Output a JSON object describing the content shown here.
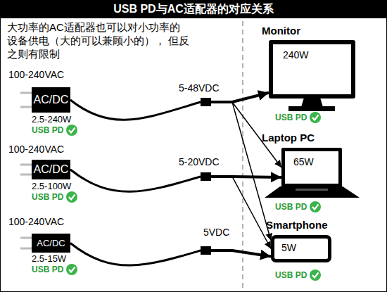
{
  "diagram": {
    "title": "USB PD与AC适配器的对应关系",
    "nodes": [
      {
        "text": [
          "AC/DC"
        ]
      },
      {
        "text": [
          "5-48VDC"
        ]
      },
      {
        "text": [
          "Monitor",
          "240W"
        ]
      },
      {
        "text": [
          "AC/DC"
        ]
      },
      {
        "text": [
          "5-20VDC"
        ]
      },
      {
        "text": [
          "Laptop PC",
          "65W"
        ]
      },
      {
        "text": [
          "AC/DC"
        ]
      },
      {
        "text": [
          "5VDC"
        ]
      },
      {
        "text": [
          "Smartphone",
          "5W"
        ]
      }
    ],
    "edges": [
      {
        "from": 0,
        "to": 1,
        "arrow": "none"
      },
      {
        "from": 1,
        "to": 2,
        "arrow": "to"
      },
      {
        "from": 1,
        "to": 5,
        "arrow": "to"
      },
      {
        "from": 1,
        "to": 8,
        "arrow": "to"
      },
      {
        "from": 3,
        "to": 4,
        "arrow": "none"
      },
      {
        "from": 4,
        "to": 5,
        "arrow": "to"
      },
      {
        "from": 4,
        "to": 8,
        "arrow": "to"
      },
      {
        "from": 6,
        "to": 7,
        "arrow": "none"
      },
      {
        "from": 7,
        "to": 8,
        "arrow": "to"
      }
    ],
    "labels": [
      "大功率的AC适配器也可以对小功率的 设备供电（大的可以兼顾小的）， 但反之则有限制",
      "100-240VAC",
      "2.5-240W",
      "USB PD",
      "100-240VAC",
      "2.5-100W",
      "USB PD",
      "100-240VAC",
      "2.5-15W",
      "USB PD",
      "USB PD",
      "USB PD",
      "USB PD"
    ]
  }
}
